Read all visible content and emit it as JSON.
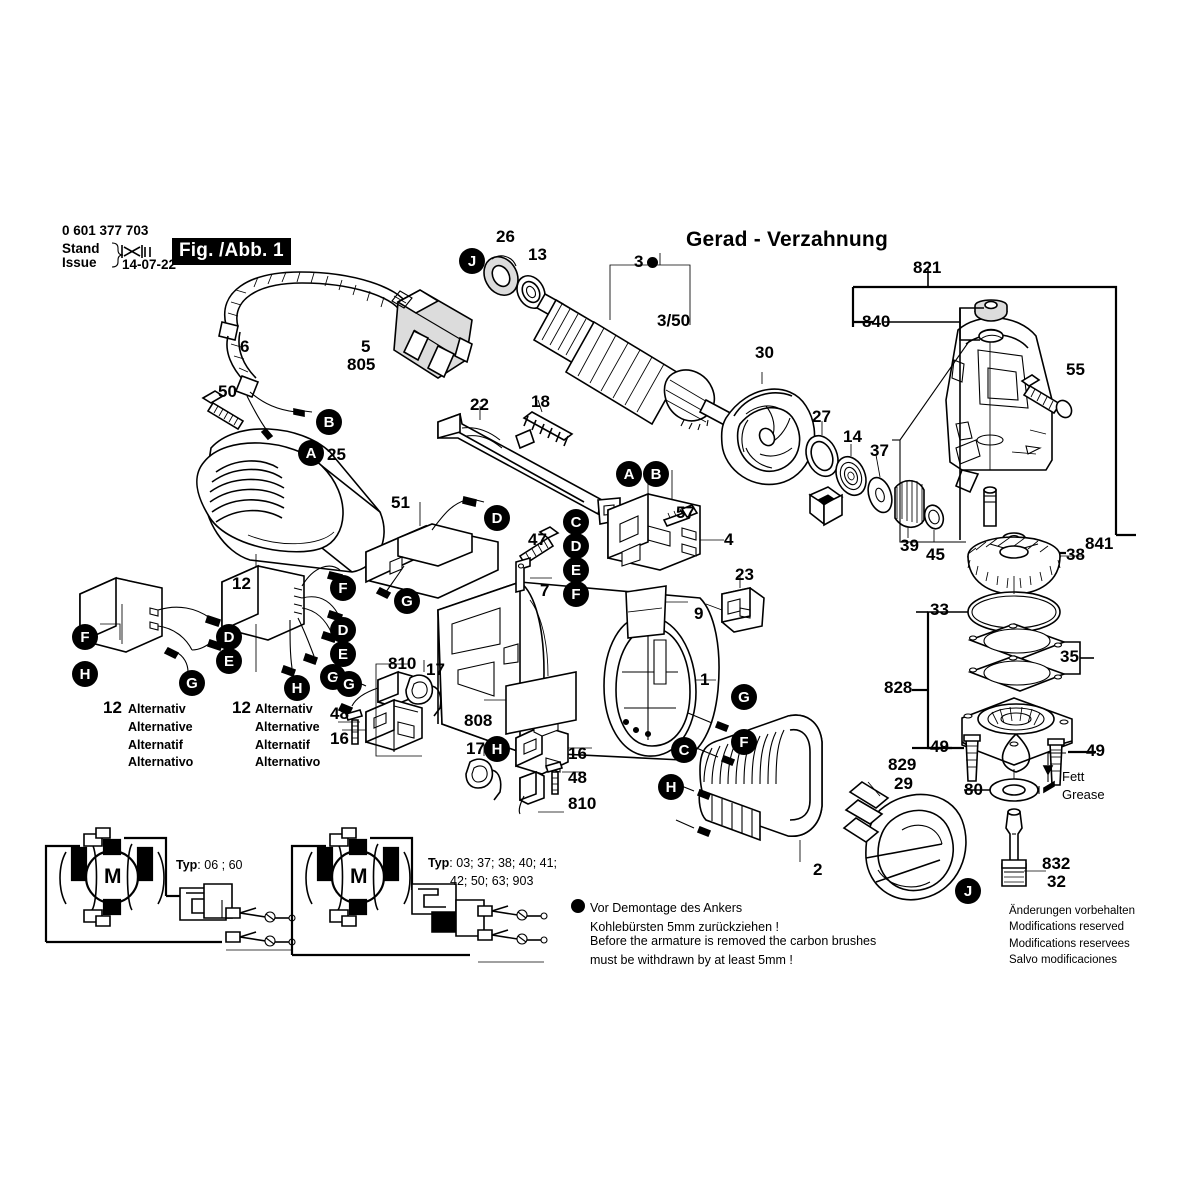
{
  "header": {
    "part_number": "0 601 377 703",
    "stand_label": "Stand",
    "issue_label": "Issue",
    "date": "14-07-22",
    "fig_label": "Fig. /Abb. 1"
  },
  "title": "Gerad - Verzahnung",
  "callout_numbers": {
    "n26": "26",
    "n13": "13",
    "n3": "3",
    "n3_50": "3/50",
    "n30": "30",
    "n27": "27",
    "n14": "14",
    "n37": "37",
    "n39": "39",
    "n45": "45",
    "n55": "55",
    "n821": "821",
    "n840": "840",
    "n841": "841",
    "n38": "38",
    "n33": "33",
    "n35": "35",
    "n828": "828",
    "n49a": "49",
    "n49b": "49",
    "n80": "80",
    "n829": "829",
    "n29": "29",
    "n832": "832",
    "n32": "32",
    "n6": "6",
    "n5": "5",
    "n805": "805",
    "n50": "50",
    "n25": "25",
    "n22": "22",
    "n18": "18",
    "n57": "57",
    "n4": "4",
    "n47": "47",
    "n7": "7",
    "n51": "51",
    "n12a": "12",
    "n12b": "12",
    "n810a": "810",
    "n810b": "810",
    "n17a": "17",
    "n17b": "17",
    "n48a": "48",
    "n48b": "48",
    "n16a": "16",
    "n16b": "16",
    "n808": "808",
    "n9": "9",
    "n1": "1",
    "n23": "23",
    "n2": "2"
  },
  "letter_callouts": {
    "j_top": "J",
    "j_bottom": "J",
    "a_cord": "A",
    "b_cord": "B",
    "a_switch": "A",
    "b_switch": "B",
    "c_switch": "C",
    "d_switch": "D",
    "e_switch": "E",
    "f_switch": "F",
    "d_cap": "D",
    "g_cap": "G",
    "f_left": "F",
    "h_left": "H",
    "d_left": "D",
    "e_left": "E",
    "g_left": "G",
    "f_mid": "F",
    "d_mid": "D",
    "e_mid": "E",
    "g_mid": "G",
    "h_mid": "H",
    "g_brush": "G",
    "h_brush": "H",
    "g_field": "G",
    "f_field": "F",
    "c_field": "C",
    "h_field": "H"
  },
  "alternatives": {
    "left": {
      "number": "12",
      "lines": [
        "Alternativ",
        "Alternative",
        "Alternatif",
        "Alternativo"
      ]
    },
    "right": {
      "number": "12",
      "lines": [
        "Alternativ",
        "Alternative",
        "Alternatif",
        "Alternativo"
      ]
    }
  },
  "schematics": {
    "left": {
      "motor_label": "M",
      "typ_label": "Typ",
      "typ_values": "06 ; 60"
    },
    "right": {
      "motor_label": "M",
      "typ_label": "Typ",
      "typ_values_line1": "03; 37; 38; 40; 41;",
      "typ_values_line2": "42; 50; 63; 903"
    }
  },
  "notes": {
    "de_line1": "Vor Demontage des Ankers",
    "de_line2": "Kohlebürsten 5mm zurückziehen !",
    "en_line1": "Before the armature is removed the carbon brushes",
    "en_line2": "must be withdrawn by at least 5mm !"
  },
  "grease": {
    "de": "Fett",
    "en": "Grease"
  },
  "disclaimer": [
    "Änderungen vorbehalten",
    "Modifications reserved",
    "Modifications reservees",
    "Salvo modificaciones"
  ],
  "colors": {
    "ink": "#000000",
    "paper": "#ffffff",
    "shade": "#dcdcdc"
  }
}
